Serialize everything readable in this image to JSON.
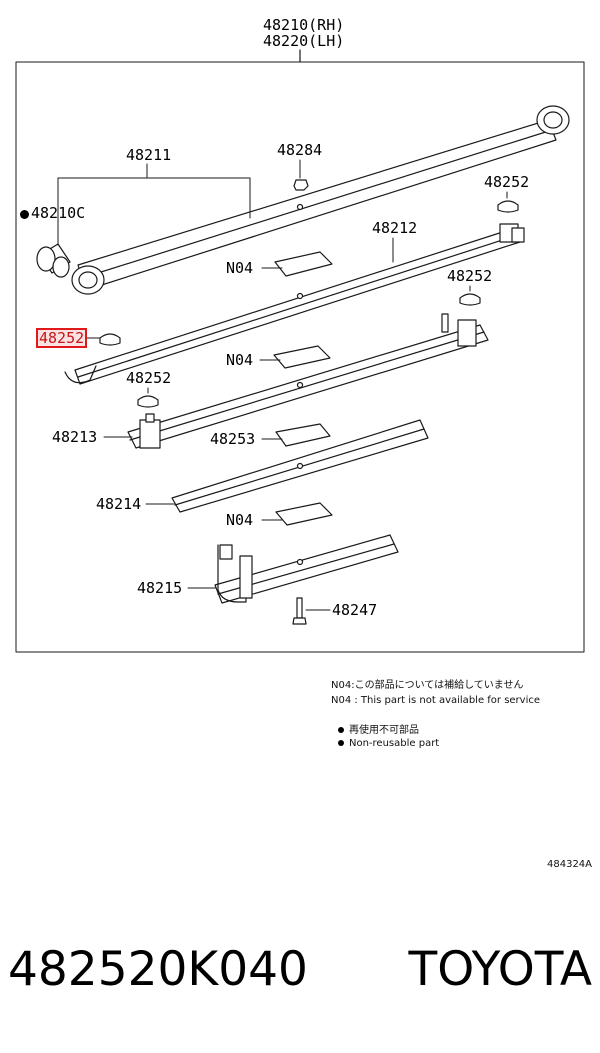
{
  "header": {
    "assembly_rh": "48210(RH)",
    "assembly_lh": "48220(LH)"
  },
  "callouts": [
    {
      "id": "c-48211",
      "text": "48211"
    },
    {
      "id": "c-48284",
      "text": "48284"
    },
    {
      "id": "c-48252-a",
      "text": "48252"
    },
    {
      "id": "c-48210c",
      "text": "48210C"
    },
    {
      "id": "c-48212",
      "text": "48212"
    },
    {
      "id": "c-n04-a",
      "text": "N04"
    },
    {
      "id": "c-48252-b",
      "text": "48252"
    },
    {
      "id": "c-48252-hl",
      "text": "48252"
    },
    {
      "id": "c-n04-b",
      "text": "N04"
    },
    {
      "id": "c-48252-c",
      "text": "48252"
    },
    {
      "id": "c-48213",
      "text": "48213"
    },
    {
      "id": "c-48253",
      "text": "48253"
    },
    {
      "id": "c-48214",
      "text": "48214"
    },
    {
      "id": "c-n04-c",
      "text": "N04"
    },
    {
      "id": "c-48215",
      "text": "48215"
    },
    {
      "id": "c-48247",
      "text": "48247"
    }
  ],
  "notes": {
    "n04_ja": "N04:この部品については補給していません",
    "n04_en": "N04 : This part is not available for service",
    "nonreusable_ja": "再使用不可部品",
    "nonreusable_en": "Non-reusable part"
  },
  "diagram_code": "484324A",
  "footer": {
    "part_number": "482520K040",
    "brand": "TOYOTA"
  },
  "colors": {
    "highlight": "#e0191b",
    "line": "#1a1a1a"
  }
}
